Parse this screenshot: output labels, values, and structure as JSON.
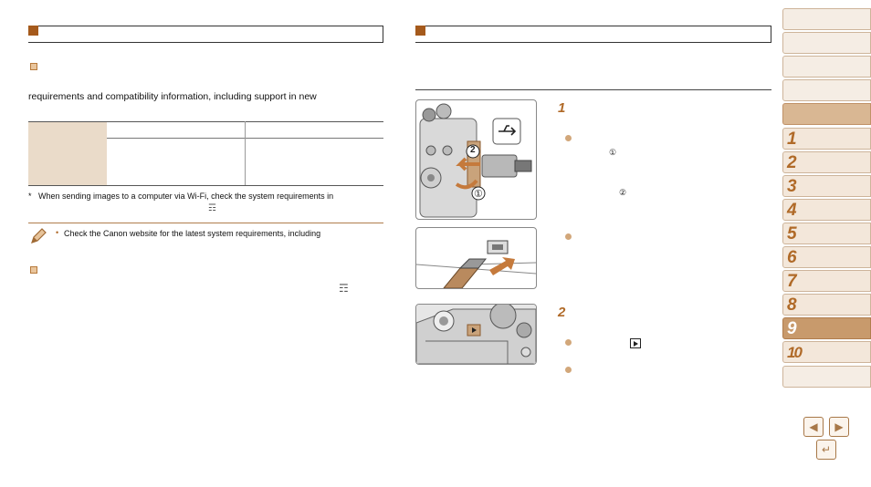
{
  "left": {
    "line_requirements": "requirements and compatibility information, including support in new",
    "footnote": "When sending images to a computer via Wi-Fi, check the system requirements in",
    "footnote_mark": "*",
    "book_glyph": "☶",
    "note_text": "Check the Canon website for the latest system requirements, including",
    "note_bullet": "•"
  },
  "right": {
    "steps": [
      "1",
      "2"
    ],
    "circle_1": "①",
    "circle_2": "②",
    "circle_photo": "①",
    "circle_photo_2": "2"
  },
  "sidebar": {
    "numbers": [
      "1",
      "2",
      "3",
      "4",
      "5",
      "6",
      "7",
      "8",
      "9",
      "10"
    ],
    "active_chapter": "9"
  },
  "nav": {
    "prev": "◀",
    "next": "▶",
    "back": "↵"
  },
  "colors": {
    "accent": "#a55a1c",
    "tab_fill": "#f3e7da",
    "tab_active": "#c89a6c"
  }
}
